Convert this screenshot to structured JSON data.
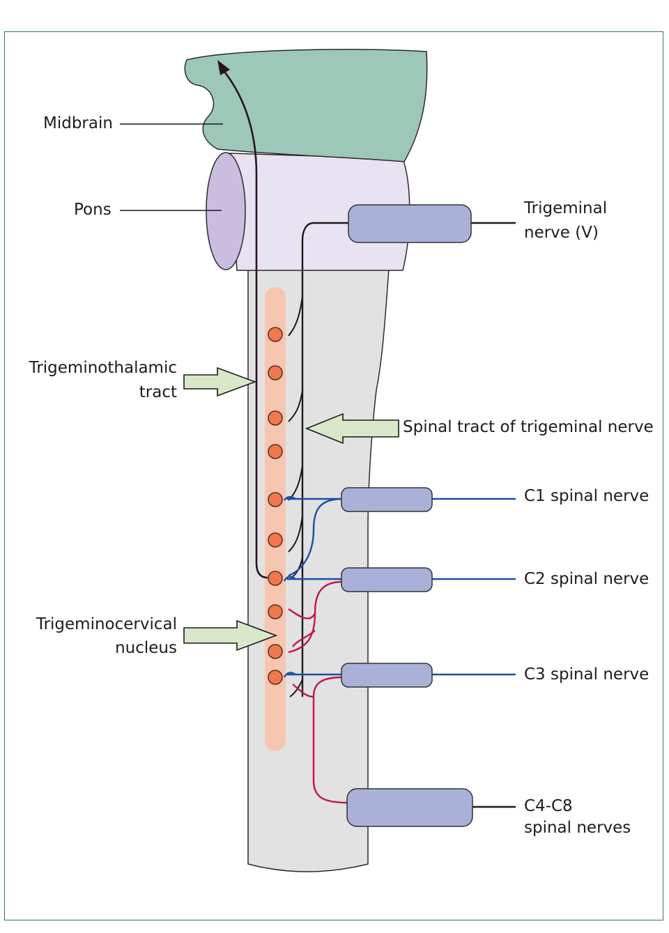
{
  "labels": {
    "midbrain": "Midbrain",
    "pons": "Pons",
    "trigeminal_nerve_line1": "Trigeminal",
    "trigeminal_nerve_line2": "nerve (V)",
    "trigeminothalamic_line1": "Trigeminothalamic",
    "trigeminothalamic_line2": "tract",
    "spinal_tract": "Spinal tract of trigeminal nerve",
    "c1": "C1 spinal nerve",
    "c2": "C2 spinal nerve",
    "trigeminocervical_line1": "Trigeminocervical",
    "trigeminocervical_line2": "nucleus",
    "c3": "C3 spinal nerve",
    "c4c8_line1": "C4-C8",
    "c4c8_line2": "spinal nerves"
  },
  "colors": {
    "frame": "#2e7d4f",
    "midbrain": "#9dc8b8",
    "pons": "#e8e2f2",
    "pons_end": "#cbbde0",
    "spinal_cord": "#e2e2e2",
    "nucleus": "#f7c6b0",
    "neuron": "#f07850",
    "nerve_root": "#a9b1d8",
    "pointer_arrow": "#d8e8c8",
    "trigeminal_fibre": "#1a1a1a",
    "c1_c2_c3_fibre": "#1b4fa3",
    "c2_c3_collaterals": "#c0144a"
  }
}
